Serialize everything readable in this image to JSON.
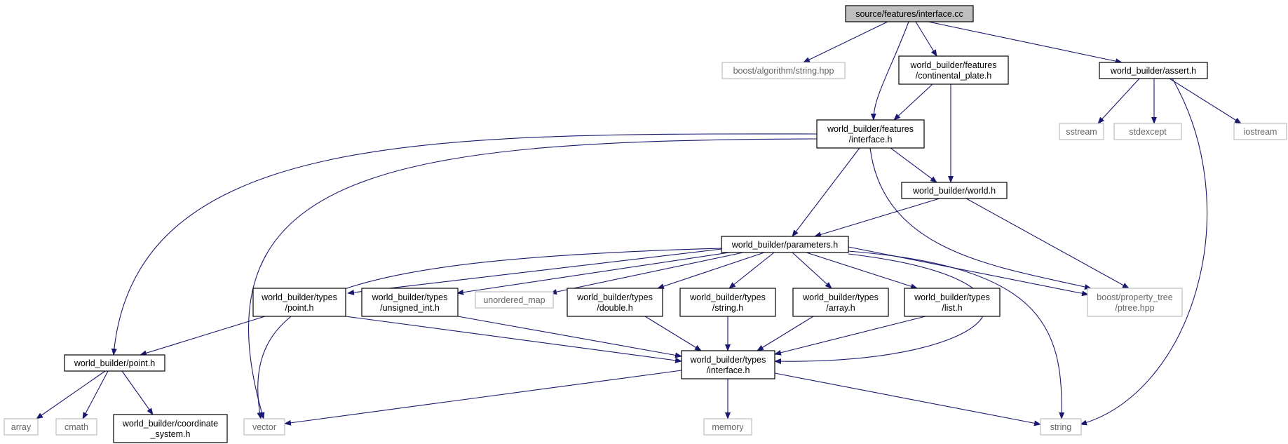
{
  "graph": {
    "colors": {
      "edge": "#191970",
      "node_border_black": "#000000",
      "node_border_gray": "#bfbfbf",
      "root_fill": "#bfbfbf",
      "text_black": "#000000",
      "text_gray": "#666666"
    },
    "nodes": [
      {
        "id": "root",
        "lines": [
          "source/features/interface.cc"
        ],
        "style": "root"
      },
      {
        "id": "boost-algo",
        "lines": [
          "boost/algorithm/string.hpp"
        ],
        "style": "gray"
      },
      {
        "id": "wb-features-continental",
        "lines": [
          "world_builder/features",
          "/continental_plate.h"
        ],
        "style": "black"
      },
      {
        "id": "wb-assert",
        "lines": [
          "world_builder/assert.h"
        ],
        "style": "black"
      },
      {
        "id": "sstream",
        "lines": [
          "sstream"
        ],
        "style": "gray"
      },
      {
        "id": "stdexcept",
        "lines": [
          "stdexcept"
        ],
        "style": "gray"
      },
      {
        "id": "iostream",
        "lines": [
          "iostream"
        ],
        "style": "gray"
      },
      {
        "id": "wb-features-interface",
        "lines": [
          "world_builder/features",
          "/interface.h"
        ],
        "style": "black"
      },
      {
        "id": "wb-world",
        "lines": [
          "world_builder/world.h"
        ],
        "style": "black"
      },
      {
        "id": "wb-parameters",
        "lines": [
          "world_builder/parameters.h"
        ],
        "style": "black"
      },
      {
        "id": "wb-types-point",
        "lines": [
          "world_builder/types",
          "/point.h"
        ],
        "style": "black"
      },
      {
        "id": "wb-types-unsigned-int",
        "lines": [
          "world_builder/types",
          "/unsigned_int.h"
        ],
        "style": "black"
      },
      {
        "id": "unordered-map",
        "lines": [
          "unordered_map"
        ],
        "style": "gray"
      },
      {
        "id": "wb-types-double",
        "lines": [
          "world_builder/types",
          "/double.h"
        ],
        "style": "black"
      },
      {
        "id": "wb-types-string",
        "lines": [
          "world_builder/types",
          "/string.h"
        ],
        "style": "black"
      },
      {
        "id": "wb-types-array",
        "lines": [
          "world_builder/types",
          "/array.h"
        ],
        "style": "black"
      },
      {
        "id": "wb-types-list",
        "lines": [
          "world_builder/types",
          "/list.h"
        ],
        "style": "black"
      },
      {
        "id": "boost-ptree",
        "lines": [
          "boost/property_tree",
          "/ptree.hpp"
        ],
        "style": "gray"
      },
      {
        "id": "wb-point",
        "lines": [
          "world_builder/point.h"
        ],
        "style": "black"
      },
      {
        "id": "wb-types-interface",
        "lines": [
          "world_builder/types",
          "/interface.h"
        ],
        "style": "black"
      },
      {
        "id": "array",
        "lines": [
          "array"
        ],
        "style": "gray"
      },
      {
        "id": "cmath",
        "lines": [
          "cmath"
        ],
        "style": "gray"
      },
      {
        "id": "wb-coordinate-system",
        "lines": [
          "world_builder/coordinate",
          "_system.h"
        ],
        "style": "black"
      },
      {
        "id": "vector",
        "lines": [
          "vector"
        ],
        "style": "gray"
      },
      {
        "id": "memory",
        "lines": [
          "memory"
        ],
        "style": "gray"
      },
      {
        "id": "string",
        "lines": [
          "string"
        ],
        "style": "gray"
      }
    ]
  }
}
